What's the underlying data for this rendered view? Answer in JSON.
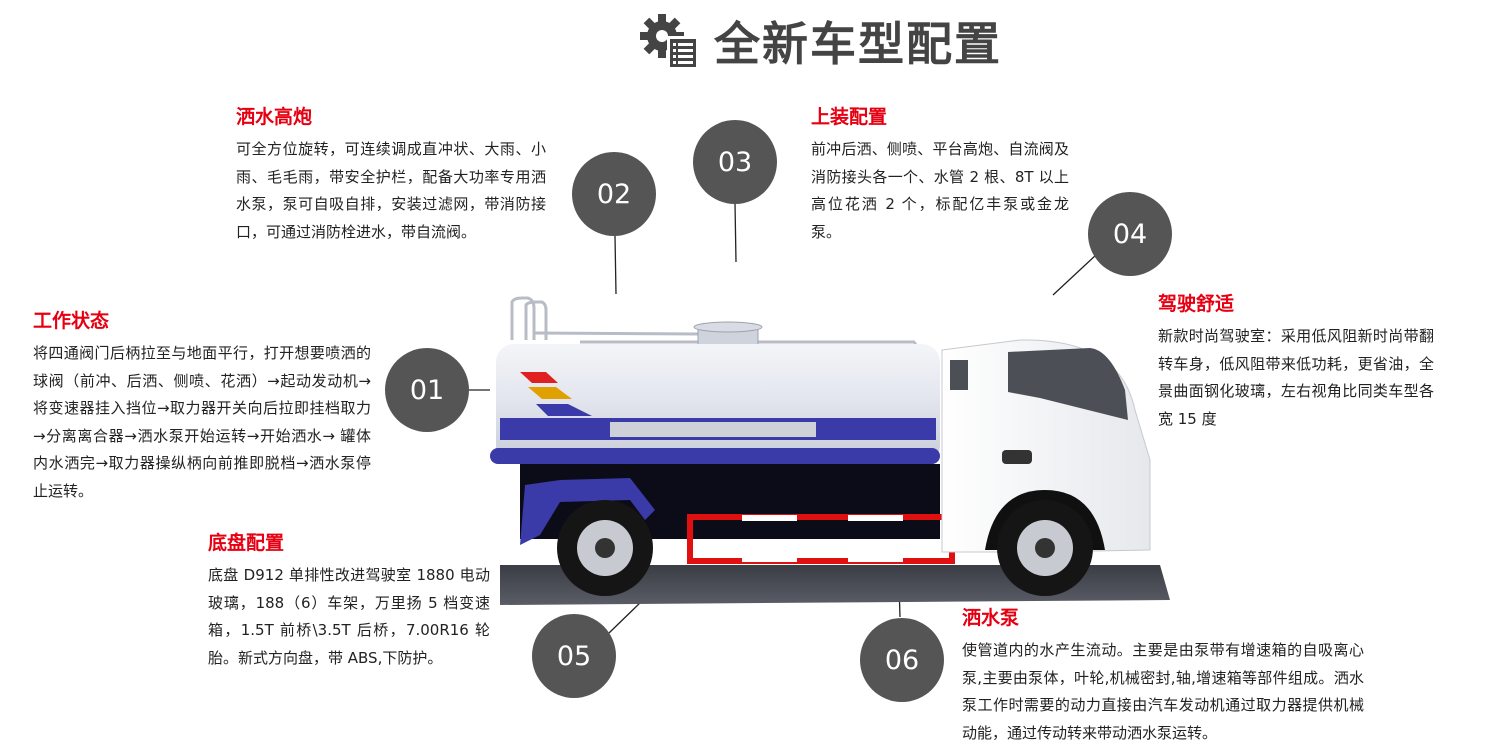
{
  "header": {
    "title": "全新车型配置",
    "icon": "gear-list-icon"
  },
  "features": [
    {
      "number": "01",
      "title": "工作状态",
      "body": "将四通阀门后柄拉至与地面平行，打开想要喷洒的球阀（前冲、后洒、侧喷、花洒）→起动发动机→将变速器挂入挡位→取力器开关向后拉即挂档取力→分离离合器→洒水泵开始运转→开始洒水→  罐体内水洒完→取力器操纵柄向前推即脱档→洒水泵停止运转。"
    },
    {
      "number": "02",
      "title": "洒水高炮",
      "body": "可全方位旋转，可连续调成直冲状、大雨、小雨、毛毛雨，带安全护栏，配备大功率专用洒水泵，泵可自吸自排，安装过滤网，带消防接口，可通过消防栓进水，带自流阀。"
    },
    {
      "number": "03",
      "title": "上装配置",
      "body": "前冲后洒、侧喷、平台高炮、自流阀及消防接头各一个、水管 2 根、8T 以上高位花洒 2 个，标配亿丰泵或金龙泵。"
    },
    {
      "number": "04",
      "title": "驾驶舒适",
      "body": "新款时尚驾驶室：采用低风阻新时尚带翻转车身，低风阻带来低功耗，更省油，全景曲面钢化玻璃，左右视角比同类车型各宽 15 度"
    },
    {
      "number": "05",
      "title": "底盘配置",
      "body": "底盘 D912 单排性改进驾驶室 1880 电动玻璃，188（6）车架，万里扬 5 档变速箱，1.5T 前桥\\3.5T 后桥，7.00R16 轮胎。新式方向盘，带 ABS,下防护。"
    },
    {
      "number": "06",
      "title": "洒水泵",
      "body": "使管道内的水产生流动。主要是由泵带有增速箱的自吸离心泵,主要由泵体，叶轮,机械密封,轴,增速箱等部件组成。洒水泵工作时需要的动力直接由汽车发动机通过取力器提供机械动能，通过传动转来带动洒水泵运转。"
    }
  ],
  "colors": {
    "accent_red": "#e60012",
    "circle_gray": "#555555",
    "title_gray": "#444444",
    "tank_blue": "#3a3aa8",
    "tank_silver": "#dfe2ea"
  },
  "illustration": {
    "subject": "sprinkler-truck-image"
  }
}
